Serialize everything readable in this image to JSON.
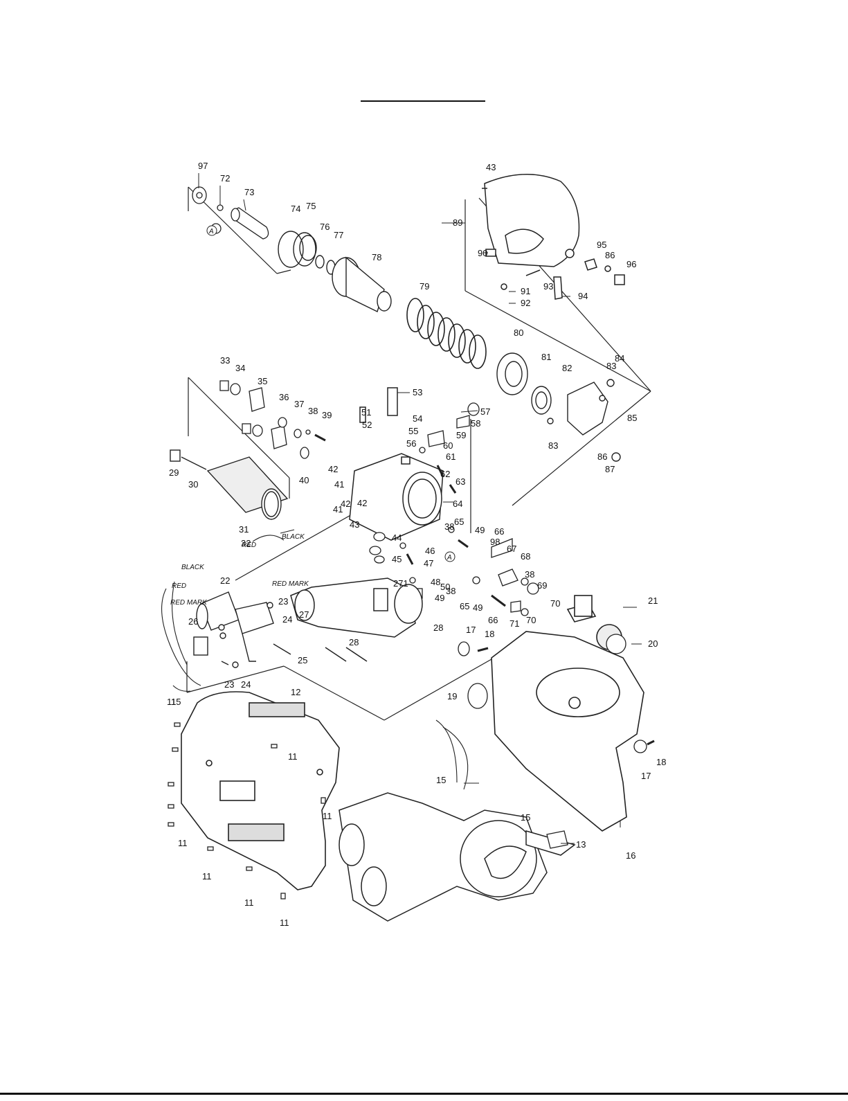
{
  "diagram": {
    "callouts": [
      "97",
      "72",
      "73",
      "74",
      "75",
      "76",
      "77",
      "78",
      "79",
      "80",
      "81",
      "82",
      "83",
      "84",
      "85",
      "86",
      "87",
      "43",
      "89",
      "90",
      "91",
      "92",
      "93",
      "94",
      "95",
      "96",
      "33",
      "34",
      "35",
      "36",
      "37",
      "38",
      "39",
      "40",
      "41",
      "42",
      "51",
      "52",
      "53",
      "54",
      "55",
      "56",
      "57",
      "58",
      "59",
      "60",
      "61",
      "62",
      "63",
      "64",
      "65",
      "66",
      "67",
      "68",
      "69",
      "70",
      "71",
      "98",
      "44",
      "45",
      "46",
      "47",
      "48",
      "49",
      "50",
      "271",
      "29",
      "30",
      "31",
      "32",
      "22",
      "23",
      "24",
      "25",
      "26",
      "27",
      "28",
      "21",
      "20",
      "17",
      "18",
      "19",
      "15",
      "12",
      "11",
      "13",
      "16"
    ],
    "wire_labels": [
      "BLACK",
      "RED",
      "RED MARK"
    ],
    "reference_mark": "A"
  }
}
